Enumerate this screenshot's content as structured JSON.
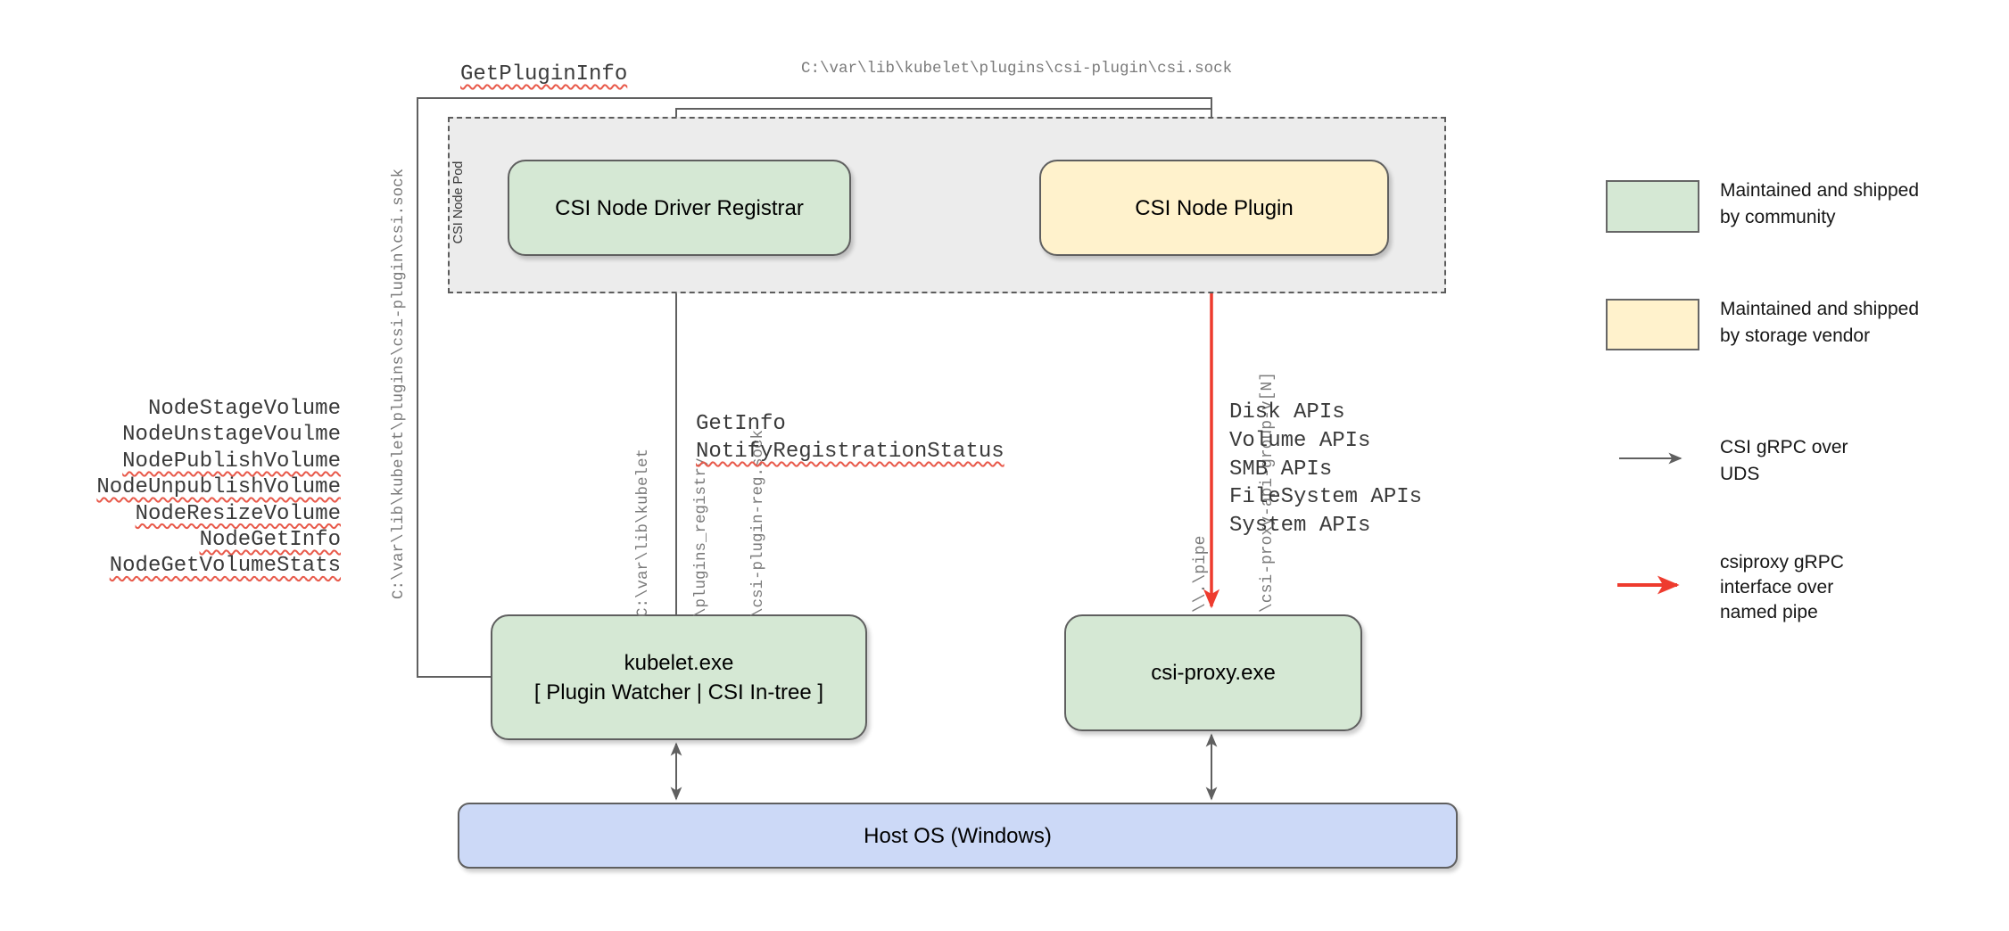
{
  "pod": {
    "label": "CSI Node Pod"
  },
  "boxes": {
    "registrar": "CSI Node Driver Registrar",
    "plugin": "CSI Node Plugin",
    "kubelet_line1": "kubelet.exe",
    "kubelet_line2": "[ Plugin Watcher | CSI In-tree ]",
    "csi_proxy": "csi-proxy.exe",
    "host_os": "Host OS (Windows)"
  },
  "labels": {
    "get_plugin_info": "GetPluginInfo",
    "csi_sock_top": "C:\\var\\lib\\kubelet\\plugins\\csi-plugin\\csi.sock",
    "csi_sock_left": "C:\\var\\lib\\kubelet\\plugins\\csi-plugin\\csi.sock",
    "reg_sock_line1": "C:\\var\\lib\\kubelet",
    "reg_sock_line2": "\\plugins_registry",
    "reg_sock_line3": "\\csi-plugin-reg.sock",
    "get_info": "GetInfo",
    "notify_registration_status": "NotifyRegistrationStatus",
    "pipe_line1": "\\\\.\\pipe",
    "pipe_line2": "\\csi-proxy-api-group-v[N]"
  },
  "node_calls": [
    {
      "label": "NodeStageVolume"
    },
    {
      "label": "NodeUnstageVoulme"
    },
    {
      "label": "NodePublishVolume"
    },
    {
      "label": "NodeUnpublishVolume"
    },
    {
      "label": "NodeResizeVolume"
    },
    {
      "label": "NodeGetInfo"
    },
    {
      "label": "NodeGetVolumeStats"
    }
  ],
  "api_calls": [
    {
      "label": "Disk APIs"
    },
    {
      "label": "Volume APIs"
    },
    {
      "label": "SMB APIs"
    },
    {
      "label": "FileSystem APIs"
    },
    {
      "label": "System APIs"
    }
  ],
  "legend": {
    "community_line1": "Maintained and shipped",
    "community_line2": "by community",
    "vendor_line1": "Maintained and shipped",
    "vendor_line2": "by storage vendor",
    "uds_line1": "CSI gRPC over",
    "uds_line2": "UDS",
    "pipe_line1": "csiproxy gRPC",
    "pipe_line2": "interface over",
    "pipe_line3": "named pipe"
  },
  "colors": {
    "community_fill": "#d5e8d4",
    "vendor_fill": "#fff2cc",
    "host_os_fill": "#ccd9f7",
    "pod_fill": "#ececec",
    "connector_gray": "#606060",
    "connector_red": "#ee3b2e",
    "squiggle_red": "#e8594a"
  }
}
